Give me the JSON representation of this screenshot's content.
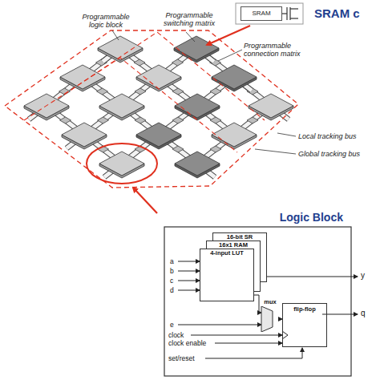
{
  "diagram": {
    "nodes": [
      {
        "text": [
          "SRAM"
        ]
      },
      {
        "text": [
          "Logic Block"
        ]
      },
      {
        "text": [
          "16-bit SR"
        ],
        "in": 1
      },
      {
        "text": [
          "16x1 RAM"
        ],
        "in": 1
      },
      {
        "text": [
          "4-input LUT"
        ],
        "in": 1
      },
      {
        "text": [
          "mux"
        ],
        "in": 1
      },
      {
        "text": [
          "flip-flop"
        ],
        "in": 1
      }
    ],
    "edges": [
      {
        "from": 4,
        "to": 5,
        "arrow": "to"
      },
      {
        "from": 5,
        "to": 6,
        "arrow": "to"
      }
    ],
    "labels": [
      "SRAM c",
      "Programmable logic block",
      "Programmable switching matrix",
      "Programmable connection matrix",
      "Local tracking bus",
      "Global tracking bus",
      "a",
      "b",
      "c",
      "d",
      "e",
      "clock",
      "clock enable",
      "set/reset",
      "y",
      "q"
    ]
  }
}
